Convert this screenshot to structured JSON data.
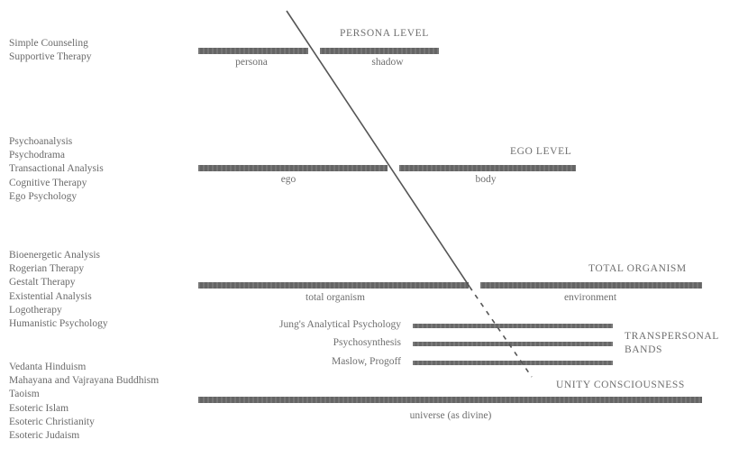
{
  "levels": [
    {
      "title": "PERSONA LEVEL",
      "therapies": [
        "Simple Counseling",
        "Supportive Therapy"
      ],
      "left_label": "persona",
      "right_label": "shadow"
    },
    {
      "title": "EGO LEVEL",
      "therapies": [
        "Psychoanalysis",
        "Psychodrama",
        "Transactional Analysis",
        "Cognitive Therapy",
        "Ego Psychology"
      ],
      "left_label": "ego",
      "right_label": "body"
    },
    {
      "title": "TOTAL ORGANISM",
      "therapies": [
        "Bioenergetic Analysis",
        "Rogerian Therapy",
        "Gestalt Therapy",
        "Existential Analysis",
        "Logotherapy",
        "Humanistic Psychology"
      ],
      "left_label": "total organism",
      "right_label": "environment"
    },
    {
      "title_line1": "TRANSPERSONAL",
      "title_line2": "BANDS",
      "bands": [
        "Jung's Analytical Psychology",
        "Psychosynthesis",
        "Maslow, Progoff"
      ]
    },
    {
      "title": "UNITY CONSCIOUSNESS",
      "therapies": [
        "Vedanta Hinduism",
        "Mahayana and Vajrayana Buddhism",
        "Taoism",
        "Esoteric Islam",
        "Esoteric Christianity",
        "Esoteric Judaism"
      ],
      "label": "universe (as divine)"
    }
  ],
  "colors": {
    "bar": "#6b6b6b",
    "text": "#6e6e6e",
    "divider_line": "#555555"
  }
}
